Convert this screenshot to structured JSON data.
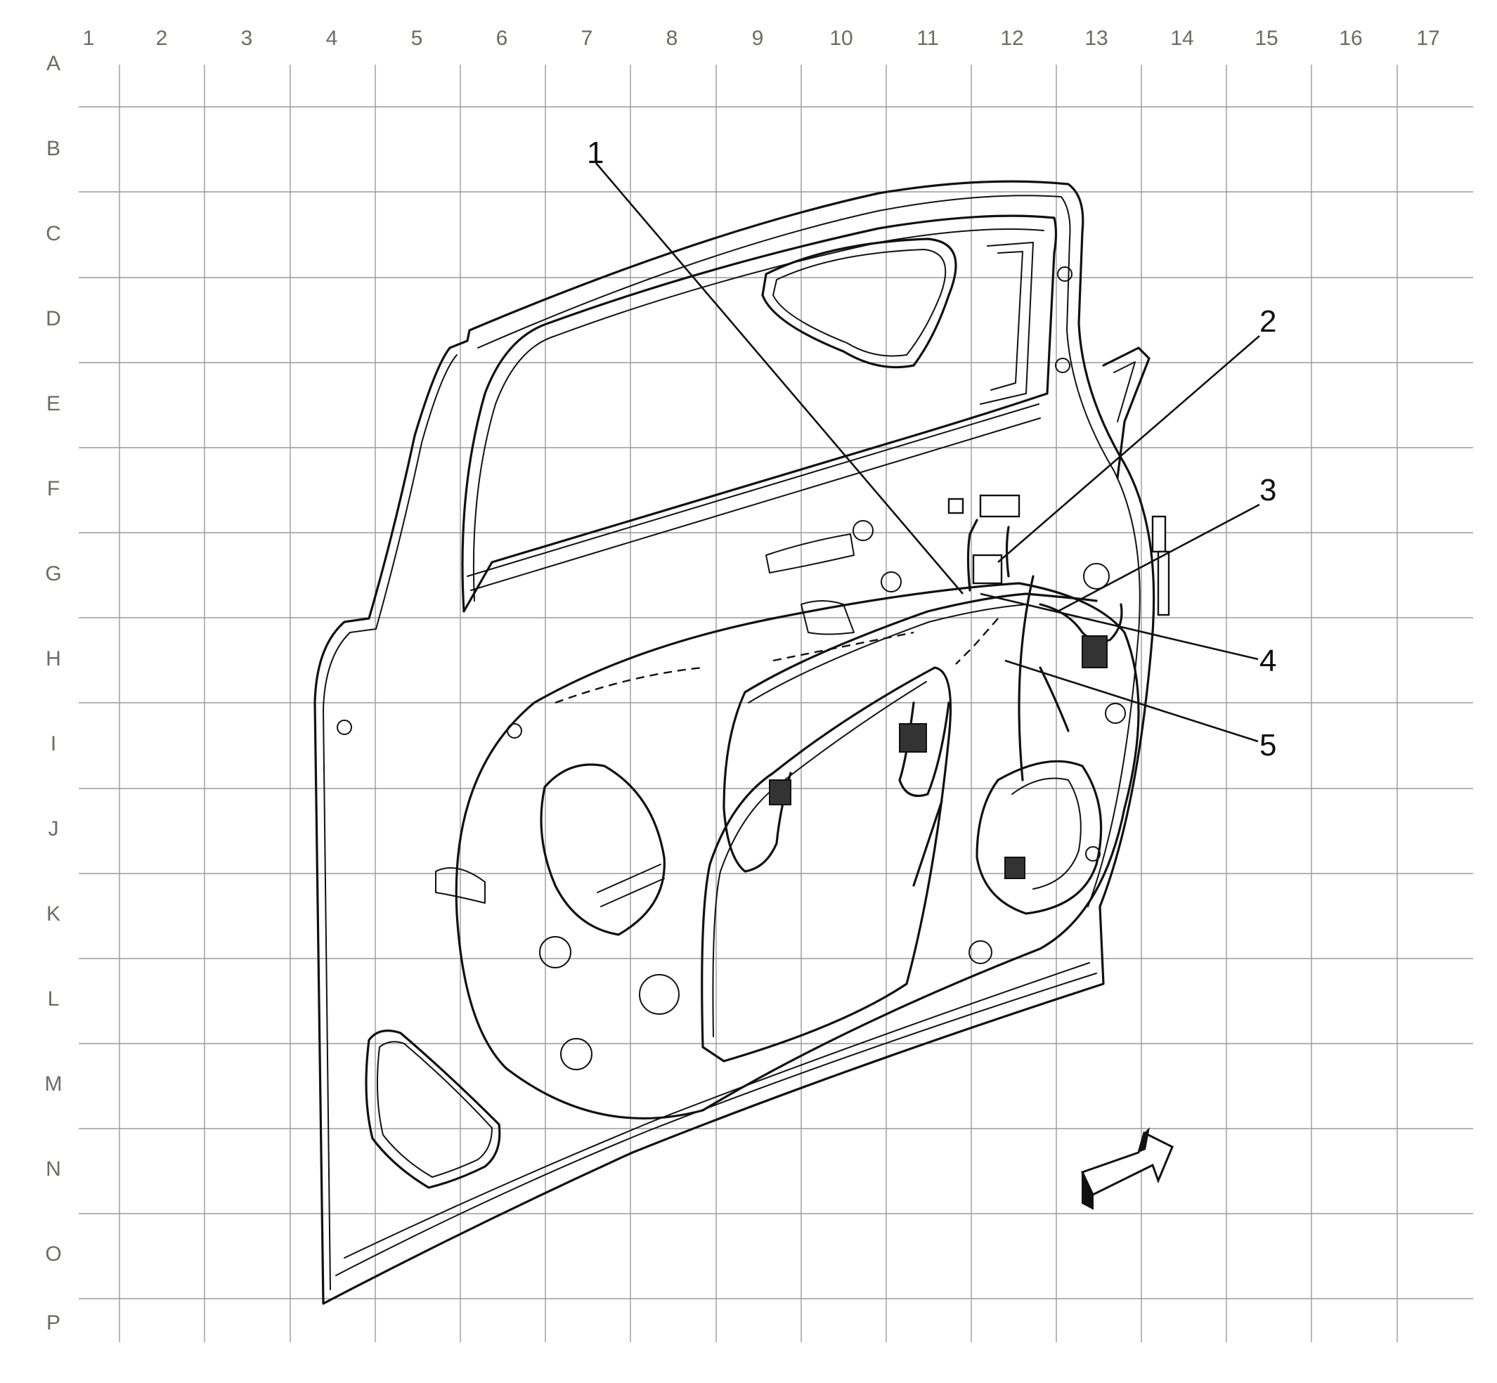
{
  "grid": {
    "columns": [
      "1",
      "2",
      "3",
      "4",
      "5",
      "6",
      "7",
      "8",
      "9",
      "10",
      "11",
      "12",
      "13",
      "14",
      "15",
      "16",
      "17"
    ],
    "rows": [
      "A",
      "B",
      "C",
      "D",
      "E",
      "F",
      "G",
      "H",
      "I",
      "J",
      "K",
      "L",
      "M",
      "N",
      "O",
      "P"
    ]
  },
  "callouts": [
    "1",
    "2",
    "3",
    "4",
    "5"
  ],
  "colors": {
    "grid": "#9a9a9a",
    "grid_label": "#6e6a64",
    "drawing": "#111111",
    "background": "#ffffff"
  },
  "direction_arrow_icon": "forward-arrow-icon"
}
